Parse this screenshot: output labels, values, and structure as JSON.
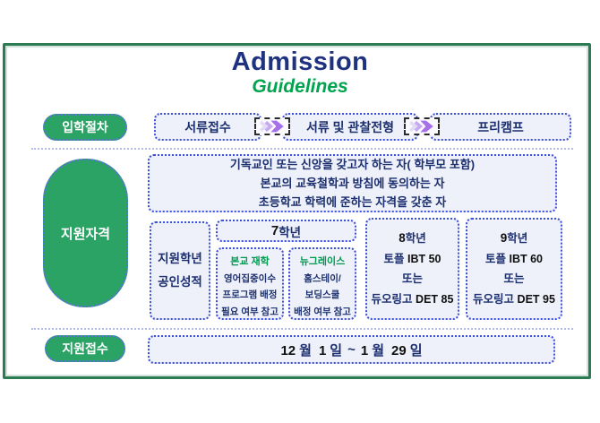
{
  "slide": {
    "title": "Admission",
    "subtitle": "Guidelines"
  },
  "colors": {
    "frame_green": "#2b7c55",
    "pill_green": "#2aa365",
    "navy_text": "#1b2f6e",
    "title_navy": "#1e3280",
    "title_green": "#00a44e",
    "box_border_blue": "#3c50d8",
    "box_fill": "#eef0fa",
    "arrow_purple": "#a671e8",
    "track_green": "#009a4e",
    "number_black": "#101010"
  },
  "process": {
    "label": "입학절차",
    "steps": [
      "서류접수",
      "서류 및 관찰전형",
      "프리캠프"
    ],
    "arrow_icon": "chevron-arrow-icon"
  },
  "qualification": {
    "label": "지원자격",
    "criteria": [
      "기독교인 또는 신앙을 갖고자 하는 자( 학부모 포함)",
      "본교의 교육철학과 방침에 동의하는 자",
      "초등학교 학력에 준하는 자격을 갖춘 자"
    ],
    "grade_score_label": [
      "지원학년",
      "공인성적"
    ],
    "grade7": {
      "num": "7",
      "suffix": "학년",
      "tracks": [
        {
          "name": "본교 재학",
          "lines": [
            "영어집중이수",
            "프로그램 배정",
            "필요 여부 참고"
          ]
        },
        {
          "name": "뉴그레이스",
          "lines": [
            "홈스테이/",
            "보딩스쿨",
            "배정 여부 참고"
          ]
        }
      ]
    },
    "grade8": {
      "num": "8",
      "suffix": "학년",
      "test1_kr": "토플",
      "test1_score": "IBT 50",
      "or": "또는",
      "test2_kr": "듀오링고",
      "test2_score": "DET 85"
    },
    "grade9": {
      "num": "9",
      "suffix": "학년",
      "test1_kr": "토플",
      "test1_score": "IBT 60",
      "or": "또는",
      "test2_kr": "듀오링고",
      "test2_score": "DET 95"
    }
  },
  "application": {
    "label": "지원접수",
    "period": {
      "n1": "12",
      "u1": "월",
      "n2": "1",
      "u2": "일",
      "sep": "~",
      "n3": "1",
      "u3": "월",
      "n4": "29",
      "u4": "일"
    }
  }
}
